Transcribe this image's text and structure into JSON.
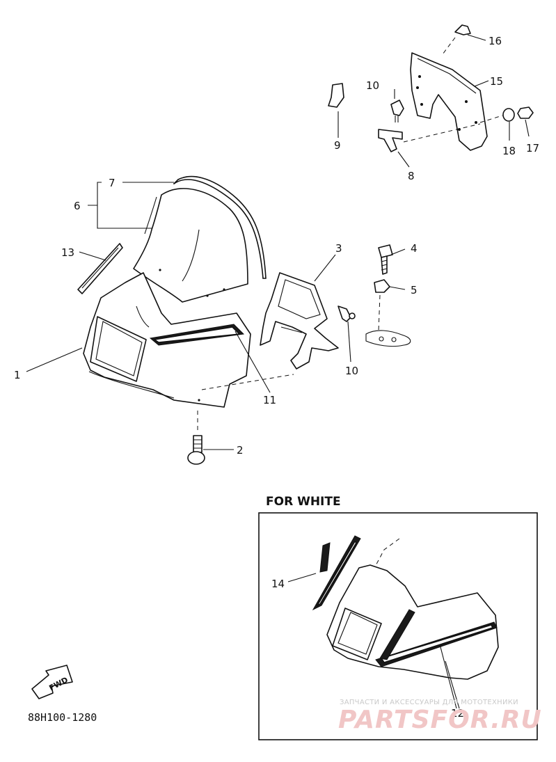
{
  "callouts": {
    "c1": "1",
    "c2": "2",
    "c3": "3",
    "c4": "4",
    "c5": "5",
    "c6": "6",
    "c7": "7",
    "c8": "8",
    "c9": "9",
    "c10a": "10",
    "c10b": "10",
    "c11": "11",
    "c12": "12",
    "c13": "13",
    "c14": "14",
    "c15": "15",
    "c16": "16",
    "c17": "17",
    "c18": "18"
  },
  "inset": {
    "heading": "FOR WHITE"
  },
  "fwd_arrow": {
    "label": "FWD"
  },
  "diagram_code": "88H100-1280",
  "watermark": {
    "caption": "ЗАПЧАСТИ И АКСЕССУАРЫ ДЛЯ МОТОТЕХНИКИ",
    "logo_text": "PARTSFOR.RU"
  },
  "colors": {
    "line": "#111111",
    "background": "#ffffff",
    "watermark_logo": "#f1c6c6"
  }
}
